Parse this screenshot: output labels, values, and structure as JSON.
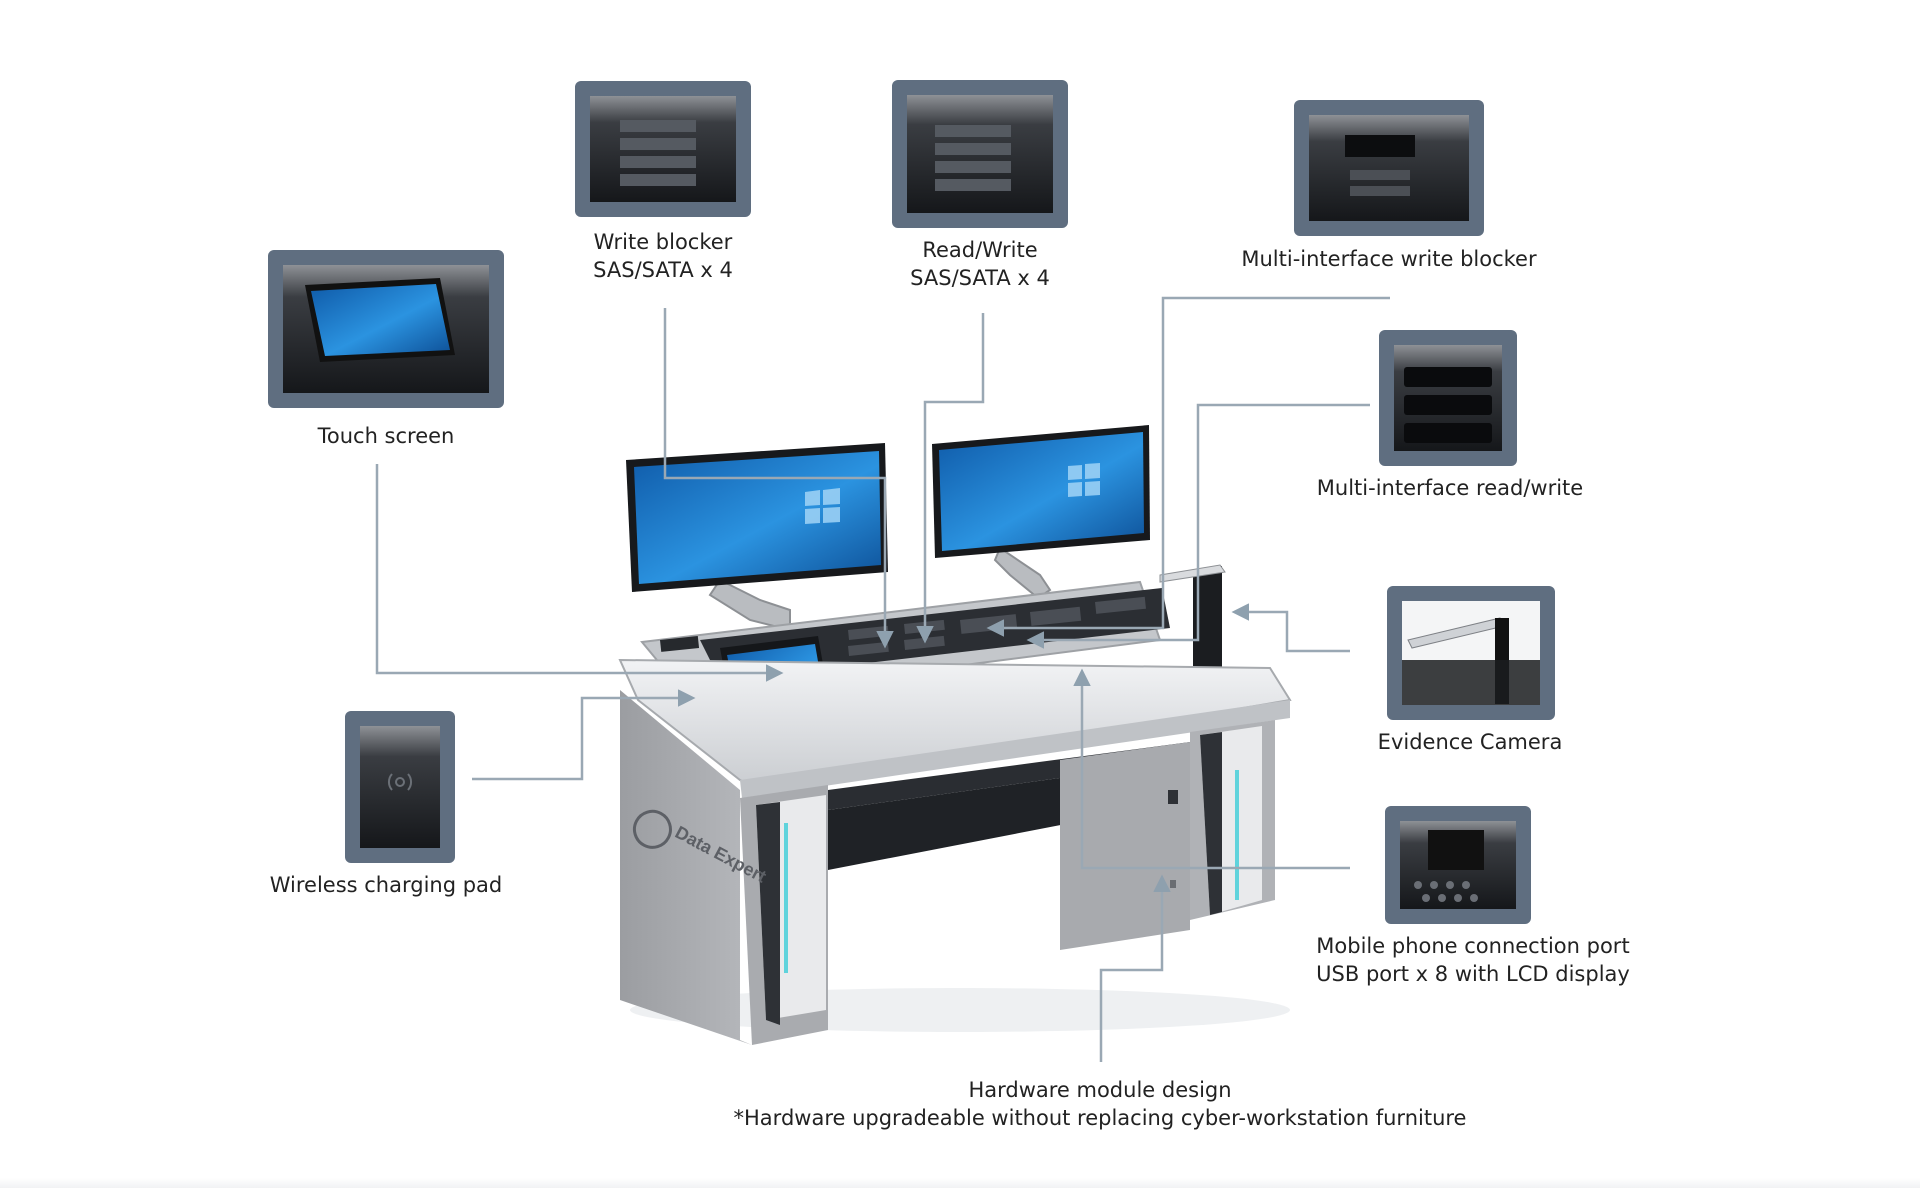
{
  "callouts": {
    "touch_screen": "Touch screen",
    "write_blocker_line1": "Write blocker",
    "write_blocker_line2": "SAS/SATA x 4",
    "read_write_line1": "Read/Write",
    "read_write_line2": "SAS/SATA x 4",
    "multi_interface_write_blocker": "Multi-interface write blocker",
    "multi_interface_read_write": "Multi-interface read/write",
    "evidence_camera": "Evidence Camera",
    "mobile_port_line1": "Mobile phone connection port",
    "mobile_port_line2": "USB port x 8 with LCD display",
    "wireless_charging_pad": "Wireless charging pad",
    "hardware_module_line1": "Hardware module design",
    "hardware_module_line2": "*Hardware upgradeable without replacing cyber-workstation furniture"
  },
  "desk": {
    "brand_text": "Data Expert",
    "badge_text": "DataExpert"
  },
  "colors": {
    "frame": "#5f6e80",
    "leader_line": "#9aa8b4",
    "desk_gray": "#a5a7ab",
    "desk_top": "#e3e5e8",
    "console_dark": "#2a2d32",
    "screen_blue": "#1f86d6",
    "accent_cyan": "#5fd3dc"
  },
  "icons": [
    "windows-logo-icon",
    "wireless-charge-icon"
  ]
}
